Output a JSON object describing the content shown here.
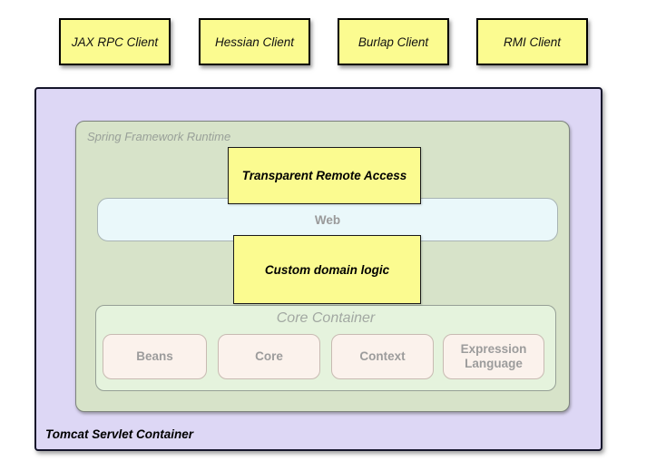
{
  "clients": [
    {
      "label": "JAX RPC Client"
    },
    {
      "label": "Hessian Client"
    },
    {
      "label": "Burlap Client"
    },
    {
      "label": "RMI Client"
    }
  ],
  "tomcat": {
    "label": "Tomcat Servlet Container"
  },
  "runtime": {
    "label": "Spring Framework Runtime"
  },
  "boxes": {
    "transparent_remote_access": "Transparent Remote Access",
    "web": "Web",
    "custom_domain_logic": "Custom domain logic"
  },
  "core_container": {
    "label": "Core Container",
    "modules": [
      {
        "label": "Beans"
      },
      {
        "label": "Core"
      },
      {
        "label": "Context"
      },
      {
        "label": "Expression Language"
      }
    ]
  },
  "colors": {
    "client_yellow": "#fbfb90",
    "tomcat_purple": "#ddd7f5",
    "runtime_green": "#d7e3c9",
    "web_cyan": "#eaf8fa",
    "core_mint": "#e5f3dd",
    "module_ivory": "#fbf2ec",
    "muted_text_gray": "#9a9a9a",
    "border_black": "#000000"
  }
}
